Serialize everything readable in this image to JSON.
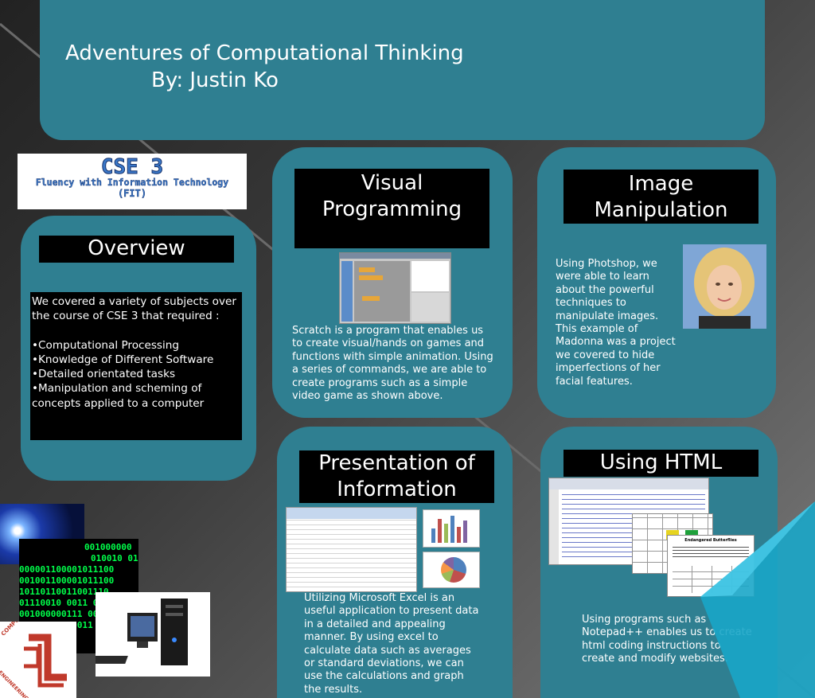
{
  "header": {
    "title": "Adventures of Computational Thinking",
    "author": "By: Justin Ko"
  },
  "logo": {
    "line1": "CSE 3",
    "line2": "Fluency with Information Technology",
    "line3": "(FIT)"
  },
  "overview": {
    "heading": "Overview",
    "intro": "We covered a variety of subjects over the course of CSE 3 that required :",
    "bullets": [
      "•Computational Processing",
      "•Knowledge of Different Software",
      "•Detailed orientated tasks",
      "•Manipulation and scheming of concepts applied to a computer"
    ]
  },
  "visual_programming": {
    "heading": "Visual Programming",
    "text": "Scratch is a program that enables us to create visual/hands on games and functions with simple animation. Using a series of commands, we are able to create programs such as a simple video game as shown above."
  },
  "image_manipulation": {
    "heading": "Image Manipulation",
    "text": "Using Photshop, we were able to learn about the powerful techniques to manipulate images. This example of Madonna was a project we covered to hide imperfections of her facial features."
  },
  "presentation": {
    "heading": "Presentation of Information",
    "text": "Utilizing Microsoft Excel is an useful application to present data in a detailed and appealing manner. By using excel to calculate data such as averages or standard deviations, we can use the calculations and graph the results."
  },
  "html": {
    "heading": "Using HTML",
    "text": "Using programs such as Notepad++ enables us to create html coding instructions to create and modify websites.",
    "window_title": "Endangered Butterflies"
  },
  "badge": {
    "top": "COMPUTER",
    "bottom": "ENGINEERING"
  },
  "binary": {
    "rows": [
      "001000000",
      "010010 01",
      "000001100001011100",
      "001001100001011100",
      "10110110011001110",
      "01110010 0011 001",
      "001000000111 00",
      "100000110 0011"
    ]
  },
  "colors": {
    "panel": "#2f7f91",
    "label": "#000000",
    "matrix": "#00ff4a"
  }
}
